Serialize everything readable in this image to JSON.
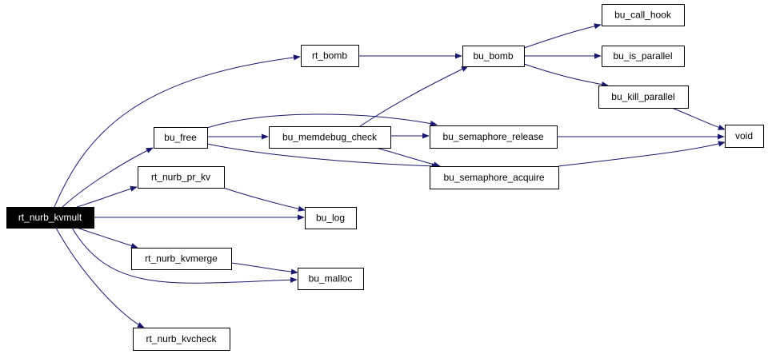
{
  "graph": {
    "edge_color": "#191970",
    "root_fill": "#000000",
    "root_text_color": "#ffffff",
    "nodes": {
      "rt_nurb_kvmult": "rt_nurb_kvmult",
      "rt_bomb": "rt_bomb",
      "bu_bomb": "bu_bomb",
      "bu_call_hook": "bu_call_hook",
      "bu_is_parallel": "bu_is_parallel",
      "bu_kill_parallel": "bu_kill_parallel",
      "void": "void",
      "bu_free": "bu_free",
      "bu_memdebug_check": "bu_memdebug_check",
      "bu_semaphore_release": "bu_semaphore_release",
      "bu_semaphore_acquire": "bu_semaphore_acquire",
      "rt_nurb_pr_kv": "rt_nurb_pr_kv",
      "bu_log": "bu_log",
      "rt_nurb_kvmerge": "rt_nurb_kvmerge",
      "bu_malloc": "bu_malloc",
      "rt_nurb_kvcheck": "rt_nurb_kvcheck"
    },
    "edges": [
      [
        "rt_nurb_kvmult",
        "rt_bomb"
      ],
      [
        "rt_nurb_kvmult",
        "bu_free"
      ],
      [
        "rt_nurb_kvmult",
        "rt_nurb_pr_kv"
      ],
      [
        "rt_nurb_kvmult",
        "bu_log"
      ],
      [
        "rt_nurb_kvmult",
        "rt_nurb_kvmerge"
      ],
      [
        "rt_nurb_kvmult",
        "bu_malloc"
      ],
      [
        "rt_nurb_kvmult",
        "rt_nurb_kvcheck"
      ],
      [
        "rt_bomb",
        "bu_bomb"
      ],
      [
        "bu_bomb",
        "bu_call_hook"
      ],
      [
        "bu_bomb",
        "bu_is_parallel"
      ],
      [
        "bu_bomb",
        "bu_kill_parallel"
      ],
      [
        "bu_kill_parallel",
        "void"
      ],
      [
        "bu_free",
        "bu_memdebug_check"
      ],
      [
        "bu_free",
        "bu_semaphore_release"
      ],
      [
        "bu_free",
        "bu_semaphore_acquire"
      ],
      [
        "bu_memdebug_check",
        "bu_bomb"
      ],
      [
        "bu_memdebug_check",
        "bu_semaphore_release"
      ],
      [
        "bu_memdebug_check",
        "bu_semaphore_acquire"
      ],
      [
        "bu_semaphore_release",
        "void"
      ],
      [
        "bu_semaphore_acquire",
        "void"
      ],
      [
        "rt_nurb_pr_kv",
        "bu_log"
      ],
      [
        "rt_nurb_kvmerge",
        "bu_malloc"
      ]
    ]
  }
}
